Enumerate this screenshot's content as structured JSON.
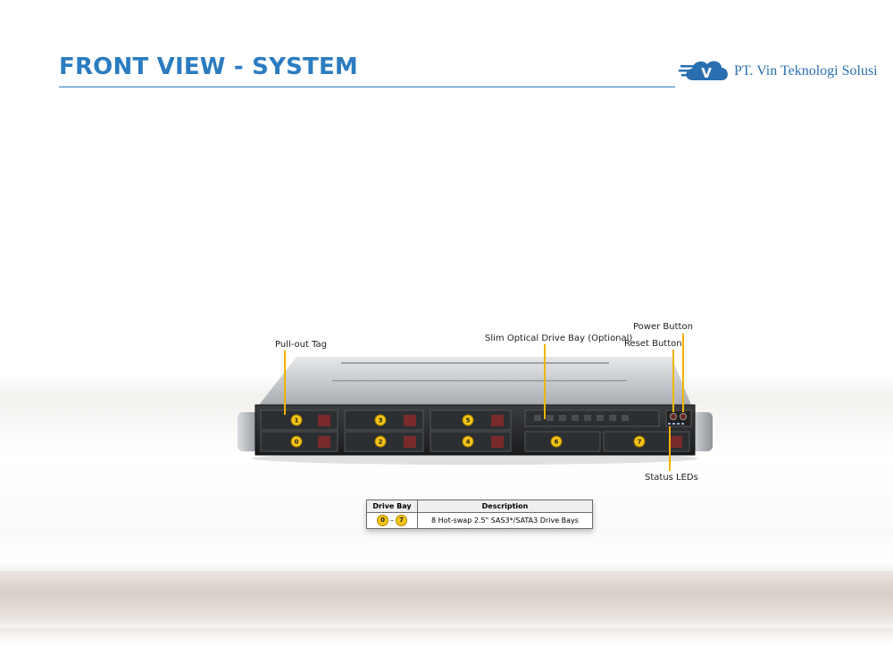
{
  "slide": {
    "title": "FRONT VIEW - SYSTEM"
  },
  "logo": {
    "text": "PT. Vin Teknologi Solusi",
    "letter": "V",
    "color": "#2a6fb0"
  },
  "accent_color": "#2b7cc0",
  "callouts": {
    "pullout_tag": "Pull-out Tag",
    "optical_bay": "Slim Optical Drive Bay (Optional)",
    "power_button": "Power Button",
    "reset_button": "Reset Button",
    "status_leds": "Status LEDs"
  },
  "drive_bays": {
    "top_row": [
      "1",
      "3",
      "5"
    ],
    "bottom_row": [
      "0",
      "2",
      "4",
      "6",
      "7"
    ]
  },
  "table": {
    "headers": [
      "Drive Bay",
      "Description"
    ],
    "row": {
      "from": "0",
      "separator": "–",
      "to": "7",
      "description": "8 Hot-swap 2.5\" SAS3*/SATA3 Drive Bays"
    }
  }
}
